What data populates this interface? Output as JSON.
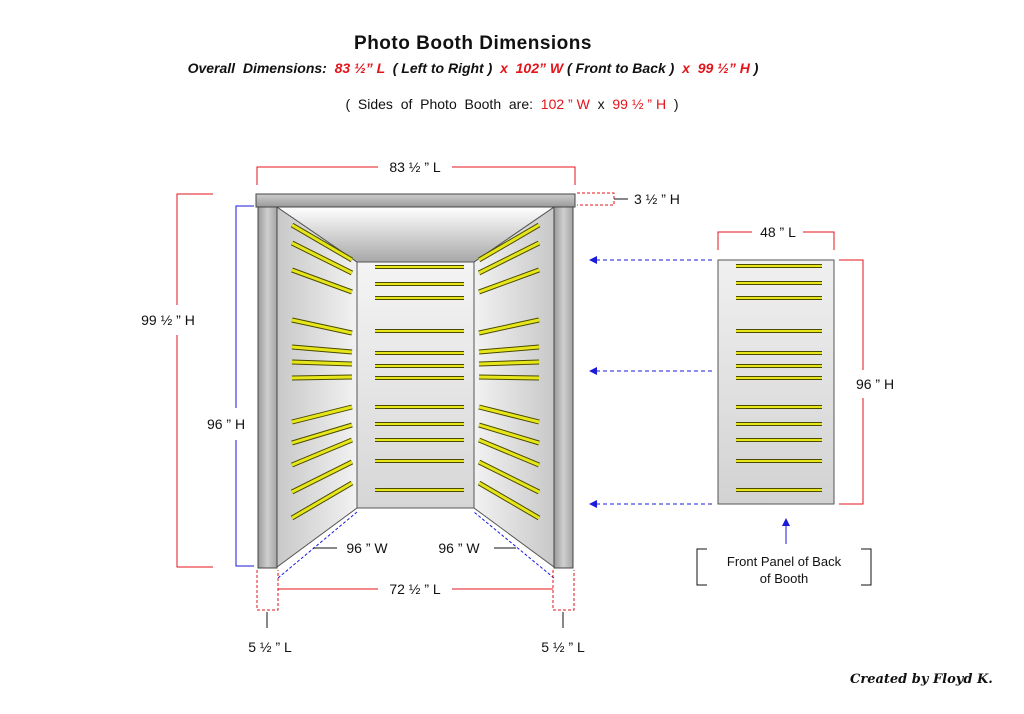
{
  "title": "Photo Booth Dimensions",
  "overall": {
    "label": "Overall  Dimensions:  ",
    "length": "83 ½” L",
    "length_note": "  ( Left to Right )  ",
    "x1": "x",
    "width": "  102” W",
    "width_note": " ( Front to Back ) ",
    "x2": " x ",
    "height": " 99 ½” H",
    "close": " )"
  },
  "sides": {
    "prefix": "(  Sides  of  Photo  Booth  are:  ",
    "width": "102 ” W",
    "sep": "  x  ",
    "height": "99 ½ ” H",
    "suffix": "  )"
  },
  "dimensions": {
    "top_length": "83 ½ ” L",
    "cap_height": "3 ½ ” H",
    "total_height": "99 ½ ” H",
    "inner_height": "96 ” H",
    "left_wall_width": "96 ” W",
    "right_wall_width": "96 ” W",
    "inner_length": "72 ½ ” L",
    "post_left": "5 ½ ” L",
    "post_right": "5 ½ ” L",
    "panel_length": "48 ” L",
    "panel_height": "96 ” H"
  },
  "front_panel_label": [
    "Front Panel of Back",
    "of Booth"
  ],
  "credit": "Created by Floyd K.",
  "colors": {
    "dimension_red": "#e4141b",
    "dimension_blue": "#1a1adb",
    "slat_yellow": "#e6e61a",
    "panel_gray": "#d8d8d8"
  }
}
